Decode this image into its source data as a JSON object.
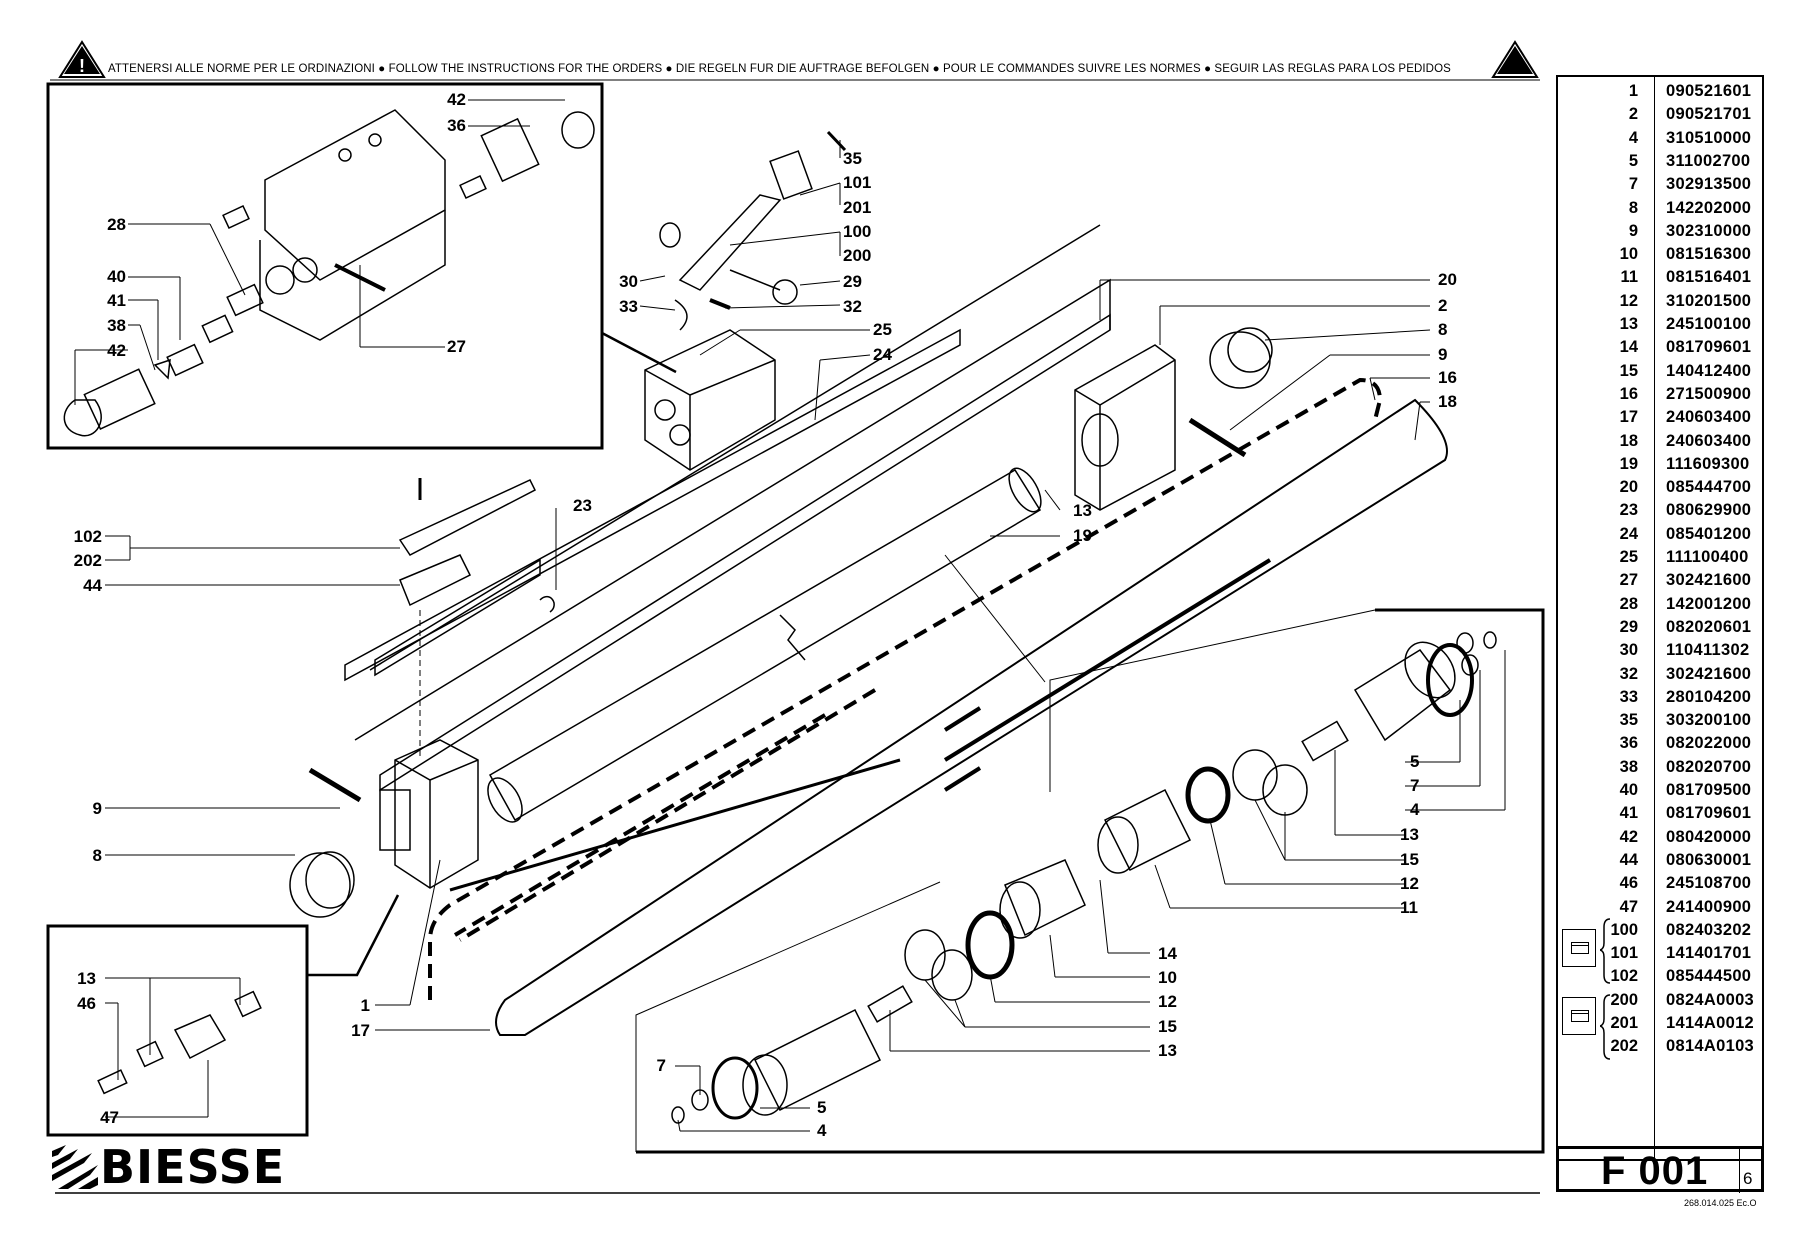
{
  "header": {
    "instructions": "ATTENERSI ALLE NORME PER LE ORDINAZIONI  ●  FOLLOW THE INSTRUCTIONS FOR THE ORDERS  ●  DIE REGELN FUR DIE AUFTRAGE BEFOLGEN  ●  POUR LE COMMANDES SUIVRE LES NORMES  ●  SEGUIR LAS REGLAS PARA LOS PEDIDOS"
  },
  "callouts": {
    "c42a": "42",
    "c36": "36",
    "c28": "28",
    "c40": "40",
    "c41": "41",
    "c38": "38",
    "c42b": "42",
    "c27": "27",
    "c35": "35",
    "c101": "101",
    "c201": "201",
    "c100": "100",
    "c200": "200",
    "c29": "29",
    "c30": "30",
    "c33": "33",
    "c32": "32",
    "c25": "25",
    "c24": "24",
    "c20": "20",
    "c2": "2",
    "c8a": "8",
    "c9a": "9",
    "c16": "16",
    "c18": "18",
    "c13a": "13",
    "c19": "19",
    "c23": "23",
    "c102": "102",
    "c202": "202",
    "c44": "44",
    "c9b": "9",
    "c8b": "8",
    "c13b": "13",
    "c46": "46",
    "c47": "47",
    "c1": "1",
    "c17": "17",
    "c5a": "5",
    "c7a": "7",
    "c4a": "4",
    "c13c": "13",
    "c15a": "15",
    "c12a": "12",
    "c11": "11",
    "c14": "14",
    "c10": "10",
    "c12b": "12",
    "c15b": "15",
    "c13d": "13",
    "c7b": "7",
    "c5b": "5",
    "c4b": "4"
  },
  "parts_list": [
    {
      "pos": "1",
      "code": "090521601"
    },
    {
      "pos": "2",
      "code": "090521701"
    },
    {
      "pos": "4",
      "code": "310510000"
    },
    {
      "pos": "5",
      "code": "311002700"
    },
    {
      "pos": "7",
      "code": "302913500"
    },
    {
      "pos": "8",
      "code": "142202000"
    },
    {
      "pos": "9",
      "code": "302310000"
    },
    {
      "pos": "10",
      "code": "081516300"
    },
    {
      "pos": "11",
      "code": "081516401"
    },
    {
      "pos": "12",
      "code": "310201500"
    },
    {
      "pos": "13",
      "code": "245100100"
    },
    {
      "pos": "14",
      "code": "081709601"
    },
    {
      "pos": "15",
      "code": "140412400"
    },
    {
      "pos": "16",
      "code": "271500900"
    },
    {
      "pos": "17",
      "code": "240603400"
    },
    {
      "pos": "18",
      "code": "240603400"
    },
    {
      "pos": "19",
      "code": "111609300"
    },
    {
      "pos": "20",
      "code": "085444700"
    },
    {
      "pos": "23",
      "code": "080629900"
    },
    {
      "pos": "24",
      "code": "085401200"
    },
    {
      "pos": "25",
      "code": "111100400"
    },
    {
      "pos": "27",
      "code": "302421600"
    },
    {
      "pos": "28",
      "code": "142001200"
    },
    {
      "pos": "29",
      "code": "082020601"
    },
    {
      "pos": "30",
      "code": "110411302"
    },
    {
      "pos": "32",
      "code": "302421600"
    },
    {
      "pos": "33",
      "code": "280104200"
    },
    {
      "pos": "35",
      "code": "303200100"
    },
    {
      "pos": "36",
      "code": "082022000"
    },
    {
      "pos": "38",
      "code": "082020700"
    },
    {
      "pos": "40",
      "code": "081709500"
    },
    {
      "pos": "41",
      "code": "081709601"
    },
    {
      "pos": "42",
      "code": "080420000"
    },
    {
      "pos": "44",
      "code": "080630001"
    },
    {
      "pos": "46",
      "code": "245108700"
    },
    {
      "pos": "47",
      "code": "241400900"
    },
    {
      "pos": "100",
      "code": "082403202"
    },
    {
      "pos": "101",
      "code": "141401701"
    },
    {
      "pos": "102",
      "code": "085444500"
    },
    {
      "pos": "200",
      "code": "0824A0003"
    },
    {
      "pos": "201",
      "code": "1414A0012"
    },
    {
      "pos": "202",
      "code": "0814A0103"
    }
  ],
  "footer": {
    "brand": "BIESSE",
    "page_code": "F 001",
    "sheet_number": "6",
    "doc_ref": "268.014.025 Ec.O"
  }
}
